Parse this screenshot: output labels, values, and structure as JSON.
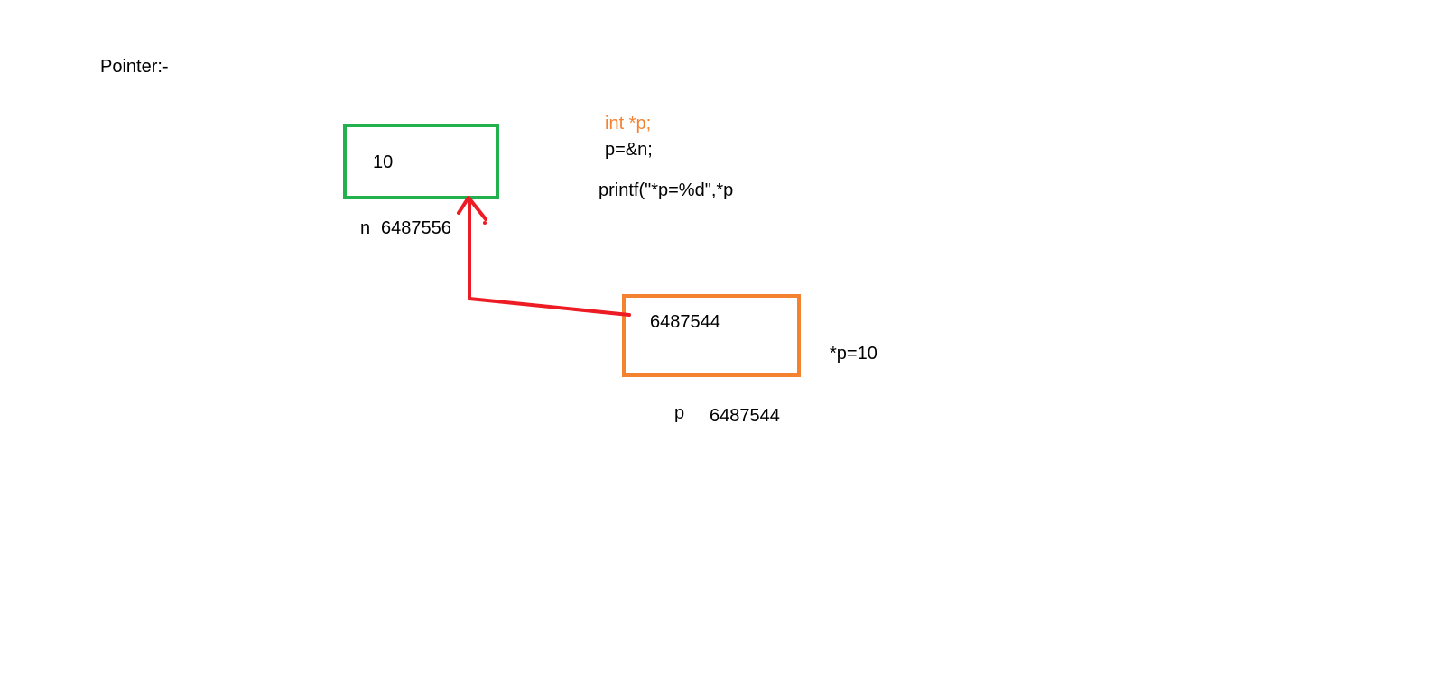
{
  "title": "Pointer:-",
  "colors": {
    "variable_box": "#22b14c",
    "pointer_box": "#f58231",
    "arrow": "#ed1c24",
    "text": "#000000",
    "highlight_code": "#f58231"
  },
  "variable_n": {
    "value": "10",
    "name": "n",
    "address": "6487556"
  },
  "pointer_p": {
    "value": "6487544",
    "name": "p",
    "address": "6487544"
  },
  "code": {
    "declaration": "int *p;",
    "assignment": "p=&n;",
    "print_stmt": "printf(\"*p=%d\",*p"
  },
  "result": "*p=10"
}
